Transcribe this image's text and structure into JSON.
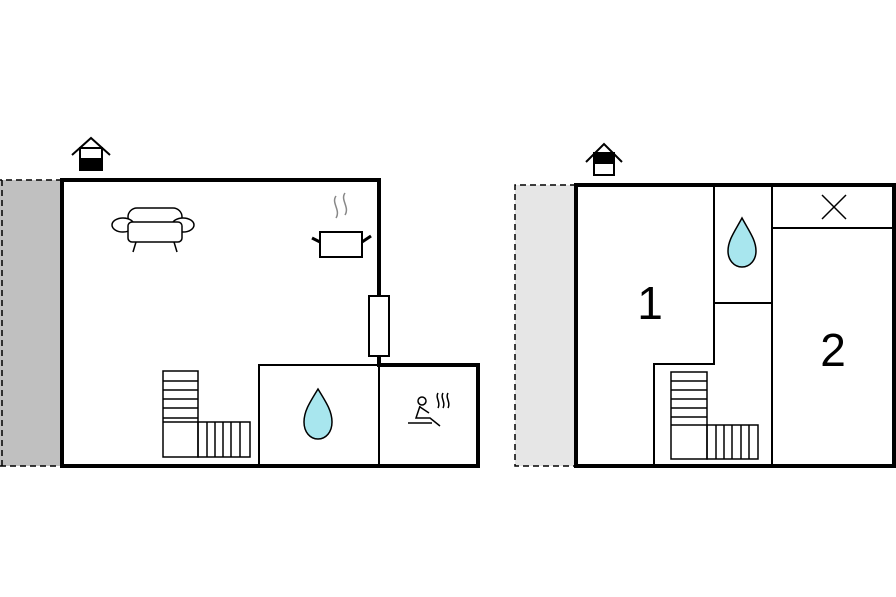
{
  "colors": {
    "wall": "#000000",
    "terrace_dark": "#c0c0c0",
    "terrace_light": "#e6e6e6",
    "water": "#a8e6ee",
    "background": "#ffffff"
  },
  "floors": [
    {
      "entrance_icon": "house-entrance-icon",
      "terrace_shade": "dark",
      "rooms": [
        "living-room",
        "kitchen",
        "bathroom",
        "sauna"
      ],
      "icons": [
        "sofa-icon",
        "cooking-pot-icon",
        "stairs-icon",
        "water-drop-icon",
        "sauna-icon",
        "fireplace-icon"
      ]
    },
    {
      "entrance_icon": "house-entrance-icon",
      "terrace_shade": "light",
      "rooms": [
        "bedroom-1",
        "bathroom",
        "storage",
        "bedroom-2"
      ],
      "room_labels": [
        "1",
        "2"
      ],
      "icons": [
        "water-drop-icon",
        "stairs-icon",
        "cross-icon"
      ]
    }
  ]
}
